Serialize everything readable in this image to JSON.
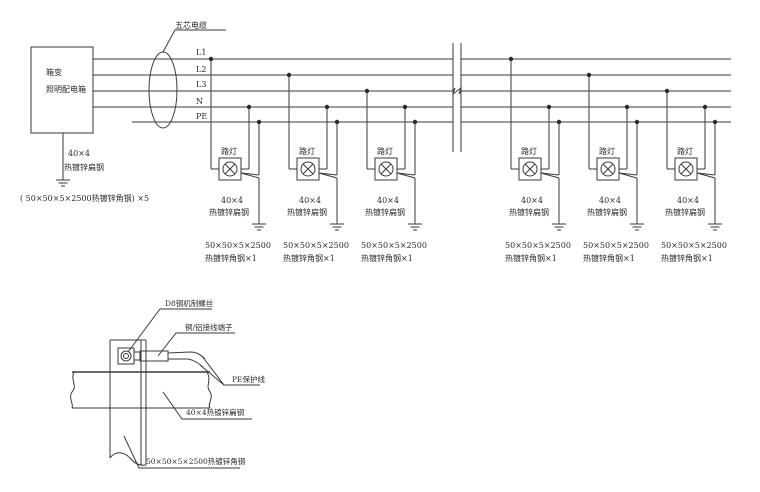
{
  "diagram": {
    "source_box": {
      "line1": "箱变",
      "line2": "照明配电箱"
    },
    "cable_label": "五芯电缆",
    "bus_labels": [
      "L1",
      "L2",
      "L3",
      "N",
      "PE"
    ],
    "source_ground": {
      "conductor_line1": "40×4",
      "conductor_line2": "热镀锌扁钢",
      "electrode": "( 50×50×5×2500热镀锌角钢) ×5"
    },
    "lamps": [
      {
        "phase": "L1",
        "label": "路灯",
        "conductor_line1": "40×4",
        "conductor_line2": "热镀锌扁钢",
        "electrode_line1": "50×50×5×2500",
        "electrode_line2": "热镀锌角钢×1"
      },
      {
        "phase": "L2",
        "label": "路灯",
        "conductor_line1": "40×4",
        "conductor_line2": "热镀锌扁钢",
        "electrode_line1": "50×50×5×2500",
        "electrode_line2": "热镀锌角钢×1"
      },
      {
        "phase": "L3",
        "label": "路灯",
        "conductor_line1": "40×4",
        "conductor_line2": "热镀锌扁钢",
        "electrode_line1": "50×50×5×2500",
        "electrode_line2": "热镀锌角钢×1"
      },
      {
        "phase": "L1",
        "label": "路灯",
        "conductor_line1": "40×4",
        "conductor_line2": "热镀锌扁钢",
        "electrode_line1": "50×50×5×2500",
        "electrode_line2": "热镀锌角钢×1"
      },
      {
        "phase": "L2",
        "label": "路灯",
        "conductor_line1": "40×4",
        "conductor_line2": "热镀锌扁钢",
        "electrode_line1": "50×50×5×2500",
        "electrode_line2": "热镀锌角钢×1"
      },
      {
        "phase": "L3",
        "label": "路灯",
        "conductor_line1": "40×4",
        "conductor_line2": "热镀锌扁钢",
        "electrode_line1": "50×50×5×2500",
        "electrode_line2": "热镀锌角钢×1"
      }
    ],
    "detail": {
      "bolt_label": "D8钢机制螺丝",
      "terminal_label": "铜/铝接线端子",
      "pe_label": "PE保护线",
      "flat_steel_label": "40×4热镀锌扁钢",
      "angle_steel_label": "50×50×5×2500热镀锌角钢"
    }
  }
}
